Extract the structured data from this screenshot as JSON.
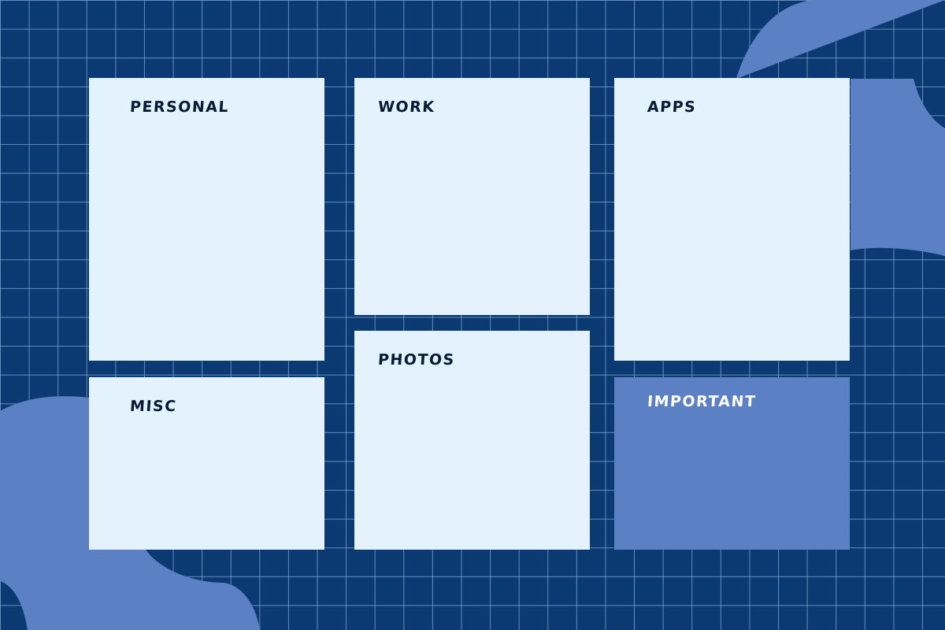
{
  "colors": {
    "background": "#0b3a73",
    "grid_line": "#aacdf5",
    "panel": "#e3f2fd",
    "accent_panel": "#5b80c3",
    "blob": "#5b80c3",
    "label_dark": "#0b1a33",
    "label_light": "#ffffff"
  },
  "panels": {
    "personal": {
      "label": "PERSONAL"
    },
    "work": {
      "label": "WORK"
    },
    "apps": {
      "label": "APPS"
    },
    "misc": {
      "label": "MISC"
    },
    "photos": {
      "label": "PHOTOS"
    },
    "important": {
      "label": "IMPORTANT"
    }
  }
}
